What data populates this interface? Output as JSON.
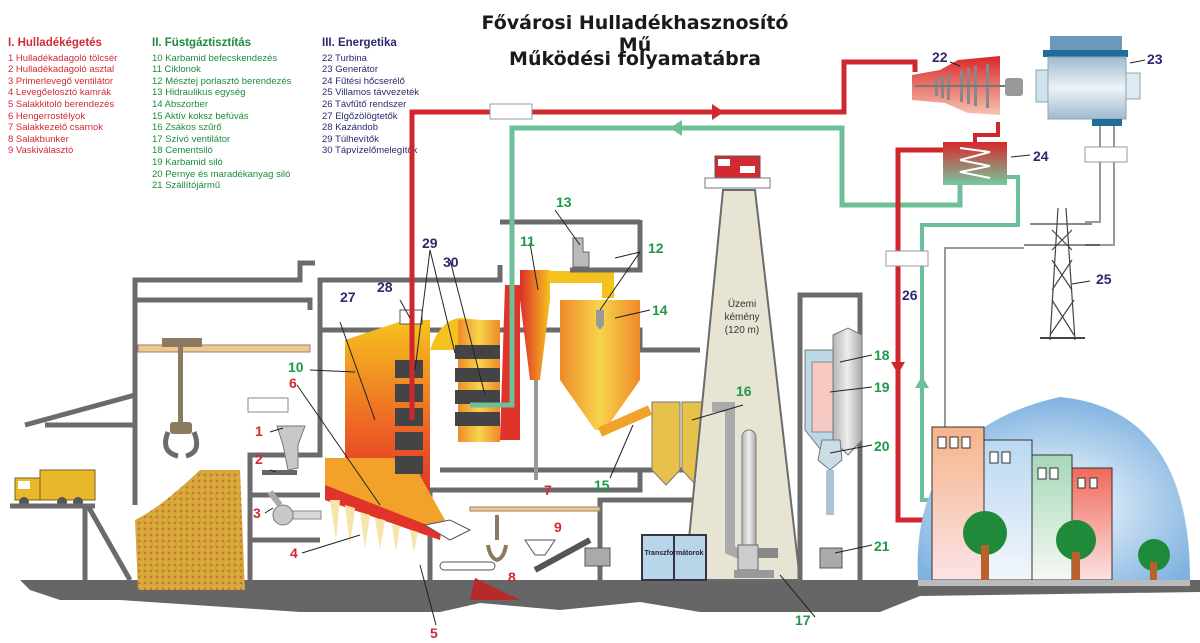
{
  "title": {
    "line1": "Fővárosi Hulladékhasznosító Mű",
    "line2": "Működési folyamatábra"
  },
  "legend": [
    {
      "heading": "I. Hulladékégetés",
      "color": "#d22a33",
      "items": [
        "1  Hulladékadagoló tölcsér",
        "2  Hulladékadagoló asztal",
        "3  Primerlevegő ventilátor",
        "4  Levegőelosztó kamrák",
        "5  Salakkitoló berendezés",
        "6  Hengerrostélyok",
        "7  Salakkezelő csarnok",
        "8  Salakbunker",
        "9  Vaskiválasztó"
      ]
    },
    {
      "heading": "II. Füstgáztisztítás",
      "color": "#1c8c3c",
      "items": [
        "10  Karbamid befecskendezés",
        "11  Ciklonok",
        "12  Mésztej porlasztó berendezés",
        "13  Hidraulikus egység",
        "14  Abszorber",
        "15  Aktív koksz befúvás",
        "16  Zsákos szűrő",
        "17  Szívó ventilátor",
        "18  Cementsiló",
        "19  Karbamid siló",
        "20  Pernye és maradékanyag siló",
        "21  Szállítójármű"
      ]
    },
    {
      "heading": "III. Energetika",
      "color": "#2a2a6e",
      "items": [
        "22  Turbina",
        "23  Generátor",
        "24  Fűtési hőcserélő",
        "25  Villamos távvezeték",
        "26  Távfűtő rendszer",
        "27  Elgőzölögtetők",
        "28  Kazándob",
        "29  Túlhevítők",
        "30  Tápvízelőmelegítők"
      ]
    }
  ],
  "diagram": {
    "chimney_label": [
      "Üzemi",
      "kémény",
      "(120 m)"
    ],
    "transformer_label": "Transzformátorok",
    "numbers": {
      "n1": "1",
      "n2": "2",
      "n3": "3",
      "n4": "4",
      "n5": "5",
      "n6": "6",
      "n7": "7",
      "n8": "8",
      "n9": "9",
      "n10": "10",
      "n11": "11",
      "n12": "12",
      "n13": "13",
      "n14": "14",
      "n15": "15",
      "n16": "16",
      "n17": "17",
      "n18": "18",
      "n19": "19",
      "n20": "20",
      "n21": "21",
      "n22": "22",
      "n23": "23",
      "n24": "24",
      "n25": "25",
      "n26": "26",
      "n27": "27",
      "n28": "28",
      "n29": "29",
      "n30": "30"
    },
    "colors": {
      "steam_pipe": "#d0262e",
      "return_pipe": "#6dbf98",
      "structure": "#6b6b6b",
      "fire": "#e8352a",
      "flame_yellow": "#f4c21f"
    }
  }
}
